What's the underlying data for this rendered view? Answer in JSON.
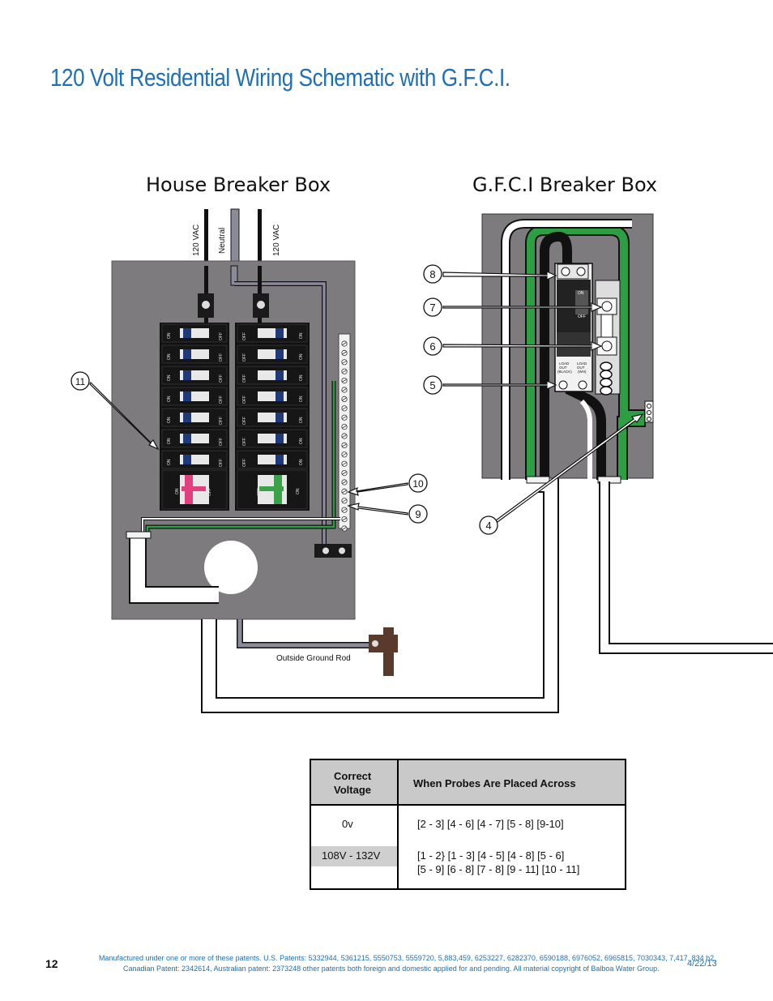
{
  "title": "120 Volt Residential Wiring Schematic with G.F.C.I.",
  "house_heading": "House Breaker Box",
  "gfci_heading": "G.F.C.I Breaker Box",
  "wire_labels": {
    "vac_left": "120 VAC",
    "neutral": "Neutral",
    "vac_right": "120 VAC"
  },
  "ground_rod_label": "Outside Ground Rod",
  "breaker_labels": {
    "on": "ON",
    "off": "OFF"
  },
  "gfci_labels": {
    "on": "ON",
    "off": "OFF",
    "load_out_black_1": "LOAD",
    "load_out_black_2": "OUT",
    "load_out_black_3": "(BLACK)",
    "load_out_white_1": "LOAD",
    "load_out_white_2": "OUT",
    "load_out_white_3": "(WH)"
  },
  "probe_points": {
    "p4": "4",
    "p5": "5",
    "p6": "6",
    "p7": "7",
    "p8": "8",
    "p9": "9",
    "p10": "10",
    "p11": "11"
  },
  "colors": {
    "title_blue": "#1f6fb5",
    "panel_gray": "#7d7b7e",
    "ground_green": "#2e9e44",
    "breaker_pink": "#e0407e",
    "breaker_green": "#3aa34a"
  },
  "table": {
    "header_col1_line1": "Correct",
    "header_col1_line2": "Voltage",
    "header_col2": "When Probes Are Placed Across",
    "rows": [
      {
        "voltage": "0v",
        "line1": "[2 - 3]   [4 - 6]  [4 - 7]   [5 - 8]   [9-10]",
        "line2": ""
      },
      {
        "voltage": "108V - 132V",
        "line1": "[1 - 2}  [1 - 3]   [4 - 5]    [4 - 8]   [5 - 6]",
        "line2": "[5 - 9]  [6 - 8]   [7 - 8]    [9 - 11] [10 - 11]"
      }
    ]
  },
  "footer": {
    "page_number": "12",
    "line1": "Manufactured under one or more of these patents. U.S. Patents: 5332944, 5361215, 5550753, 5559720, 5,883,459, 6253227, 6282370, 6590188, 6976052, 6965815, 7030343, 7,417, 834 b2,",
    "line2": "Canadian Patent: 2342614, Australian patent: 2373248 other patents both foreign and domestic applied for and pending.  All material copyright of Balboa Water Group.",
    "date": "4/22/13"
  }
}
